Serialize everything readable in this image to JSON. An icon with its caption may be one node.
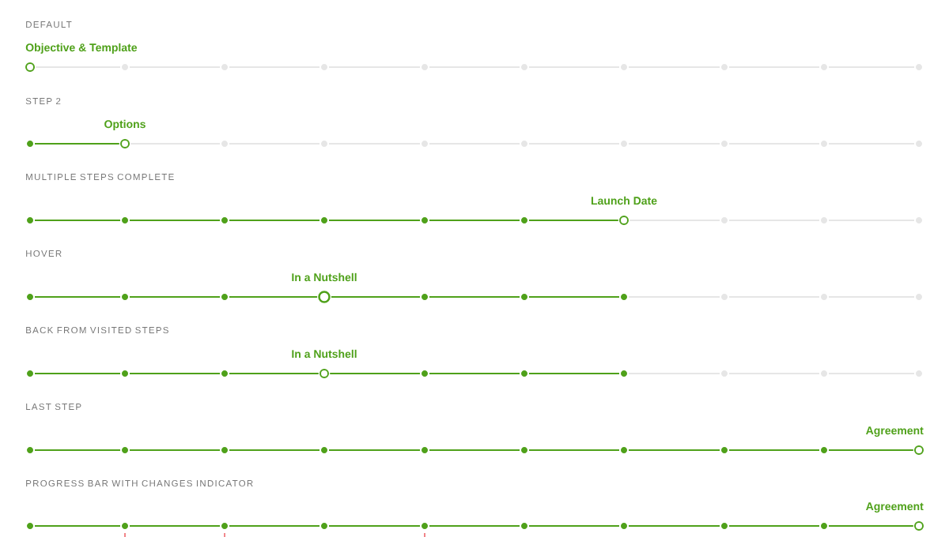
{
  "diagram": {
    "nodes": [
      {
        "text": [
          "Objective & Template"
        ]
      },
      {
        "text": [],
        "shape": "circle"
      },
      {
        "text": [],
        "shape": "circle"
      },
      {
        "text": [],
        "shape": "circle"
      },
      {
        "text": [],
        "shape": "circle"
      },
      {
        "text": [],
        "shape": "circle"
      },
      {
        "text": [],
        "shape": "circle"
      },
      {
        "text": [],
        "shape": "circle"
      },
      {
        "text": [],
        "shape": "circle"
      },
      {
        "text": [],
        "shape": "circle"
      },
      {
        "text": [],
        "shape": "circle"
      },
      {
        "text": [
          "Options"
        ]
      },
      {
        "text": [],
        "shape": "circle"
      },
      {
        "text": [],
        "shape": "circle"
      },
      {
        "text": [],
        "shape": "circle"
      },
      {
        "text": [],
        "shape": "circle"
      },
      {
        "text": [],
        "shape": "circle"
      },
      {
        "text": [],
        "shape": "circle"
      },
      {
        "text": [],
        "shape": "circle"
      },
      {
        "text": [],
        "shape": "circle"
      },
      {
        "text": [],
        "shape": "circle"
      },
      {
        "text": [],
        "shape": "circle"
      },
      {
        "text": [],
        "shape": "circle"
      },
      {
        "text": [],
        "shape": "circle"
      },
      {
        "text": [],
        "shape": "circle"
      },
      {
        "text": [],
        "shape": "circle"
      },
      {
        "text": [
          "Launch Date"
        ]
      },
      {
        "text": [],
        "shape": "circle"
      },
      {
        "text": [],
        "shape": "circle"
      },
      {
        "text": [],
        "shape": "circle"
      },
      {
        "text": [],
        "shape": "circle"
      },
      {
        "text": [],
        "shape": "circle"
      },
      {
        "text": [],
        "shape": "circle"
      },
      {
        "text": [
          "In a Nutshell"
        ]
      },
      {
        "text": [],
        "shape": "circle"
      },
      {
        "text": [],
        "shape": "circle"
      },
      {
        "text": [],
        "shape": "circle"
      },
      {
        "text": [],
        "shape": "circle"
      },
      {
        "text": [],
        "shape": "circle"
      },
      {
        "text": [],
        "shape": "circle"
      },
      {
        "text": [],
        "shape": "circle"
      },
      {
        "text": [],
        "shape": "circle"
      },
      {
        "text": [],
        "shape": "circle"
      },
      {
        "text": [
          "In a Nutshell"
        ]
      },
      {
        "text": [],
        "shape": "circle"
      },
      {
        "text": [],
        "shape": "circle"
      },
      {
        "text": [],
        "shape": "circle"
      },
      {
        "text": [],
        "shape": "circle"
      },
      {
        "text": [],
        "shape": "circle"
      },
      {
        "text": [],
        "shape": "circle"
      },
      {
        "text": [],
        "shape": "circle"
      },
      {
        "text": [],
        "shape": "circle"
      },
      {
        "text": [],
        "shape": "circle"
      },
      {
        "text": [],
        "shape": "circle"
      },
      {
        "text": [],
        "shape": "circle"
      },
      {
        "text": [],
        "shape": "circle"
      },
      {
        "text": [],
        "shape": "circle"
      },
      {
        "text": [],
        "shape": "circle"
      },
      {
        "text": [],
        "shape": "circle"
      },
      {
        "text": [
          "Agreement"
        ]
      },
      {
        "text": [],
        "shape": "circle"
      },
      {
        "text": [],
        "shape": "circle"
      },
      {
        "text": [],
        "shape": "circle"
      },
      {
        "text": [],
        "shape": "circle"
      },
      {
        "text": [],
        "shape": "circle"
      },
      {
        "text": [],
        "shape": "circle"
      },
      {
        "text": [],
        "shape": "circle"
      },
      {
        "text": [],
        "shape": "circle"
      },
      {
        "text": [],
        "shape": "circle"
      },
      {
        "text": [
          "Agreement"
        ]
      }
    ],
    "edges": [
      {
        "from": 0,
        "to": 1,
        "arrow": "none",
        "color": "#e6e6e6"
      },
      {
        "from": 1,
        "to": 2,
        "arrow": "none",
        "color": "#e6e6e6"
      },
      {
        "from": 2,
        "to": 3,
        "arrow": "none",
        "color": "#e6e6e6"
      },
      {
        "from": 3,
        "to": 4,
        "arrow": "none",
        "color": "#e6e6e6"
      },
      {
        "from": 4,
        "to": 5,
        "arrow": "none",
        "color": "#e6e6e6"
      },
      {
        "from": 5,
        "to": 6,
        "arrow": "none",
        "color": "#e6e6e6"
      },
      {
        "from": 6,
        "to": 7,
        "arrow": "none",
        "color": "#e6e6e6"
      },
      {
        "from": 7,
        "to": 8,
        "arrow": "none",
        "color": "#e6e6e6"
      },
      {
        "from": 8,
        "to": 9,
        "arrow": "none",
        "color": "#e6e6e6"
      },
      {
        "from": 10,
        "to": 11,
        "arrow": "none"
      },
      {
        "from": 11,
        "to": 12,
        "arrow": "none",
        "color": "#e6e6e6"
      },
      {
        "from": 12,
        "to": 13,
        "arrow": "none",
        "color": "#e6e6e6"
      },
      {
        "from": 13,
        "to": 14,
        "arrow": "none",
        "color": "#e6e6e6"
      },
      {
        "from": 14,
        "to": 15,
        "arrow": "none",
        "color": "#e6e6e6"
      },
      {
        "from": 15,
        "to": 16,
        "arrow": "none",
        "color": "#e6e6e6"
      },
      {
        "from": 16,
        "to": 17,
        "arrow": "none",
        "color": "#e6e6e6"
      },
      {
        "from": 17,
        "to": 18,
        "arrow": "none",
        "color": "#e6e6e6"
      },
      {
        "from": 18,
        "to": 19,
        "arrow": "none",
        "color": "#e6e6e6"
      },
      {
        "from": 20,
        "to": 21,
        "arrow": "none"
      },
      {
        "from": 21,
        "to": 22,
        "arrow": "none"
      },
      {
        "from": 22,
        "to": 23,
        "arrow": "none"
      },
      {
        "from": 23,
        "to": 24,
        "arrow": "none"
      },
      {
        "from": 24,
        "to": 25,
        "arrow": "none"
      },
      {
        "from": 25,
        "to": 26,
        "arrow": "none"
      },
      {
        "from": 26,
        "to": 27,
        "arrow": "none",
        "color": "#e6e6e6"
      },
      {
        "from": 27,
        "to": 28,
        "arrow": "none",
        "color": "#e6e6e6"
      },
      {
        "from": 28,
        "to": 29,
        "arrow": "none",
        "color": "#e6e6e6"
      },
      {
        "from": 30,
        "to": 31,
        "arrow": "none"
      },
      {
        "from": 31,
        "to": 32,
        "arrow": "none"
      },
      {
        "from": 32,
        "to": 33,
        "arrow": "none"
      },
      {
        "from": 33,
        "to": 34,
        "arrow": "none"
      },
      {
        "from": 34,
        "to": 35,
        "arrow": "none"
      },
      {
        "from": 35,
        "to": 36,
        "arrow": "none"
      },
      {
        "from": 36,
        "to": 37,
        "arrow": "none",
        "color": "#e6e6e6"
      },
      {
        "from": 37,
        "to": 38,
        "arrow": "none",
        "color": "#e6e6e6"
      },
      {
        "from": 38,
        "to": 39,
        "arrow": "none",
        "color": "#e6e6e6"
      },
      {
        "from": 40,
        "to": 41,
        "arrow": "none"
      },
      {
        "from": 41,
        "to": 42,
        "arrow": "none"
      },
      {
        "from": 42,
        "to": 43,
        "arrow": "none"
      },
      {
        "from": 43,
        "to": 44,
        "arrow": "none"
      },
      {
        "from": 44,
        "to": 45,
        "arrow": "none"
      },
      {
        "from": 45,
        "to": 46,
        "arrow": "none"
      },
      {
        "from": 46,
        "to": 47,
        "arrow": "none",
        "color": "#e6e6e6"
      },
      {
        "from": 47,
        "to": 48,
        "arrow": "none",
        "color": "#e6e6e6"
      },
      {
        "from": 48,
        "to": 49,
        "arrow": "none",
        "color": "#e6e6e6"
      },
      {
        "from": 50,
        "to": 51,
        "arrow": "none"
      },
      {
        "from": 51,
        "to": 52,
        "arrow": "none"
      },
      {
        "from": 52,
        "to": 53,
        "arrow": "none"
      },
      {
        "from": 53,
        "to": 54,
        "arrow": "none"
      },
      {
        "from": 54,
        "to": 55,
        "arrow": "none"
      },
      {
        "from": 55,
        "to": 56,
        "arrow": "none"
      },
      {
        "from": 56,
        "to": 57,
        "arrow": "none"
      },
      {
        "from": 57,
        "to": 58,
        "arrow": "none"
      },
      {
        "from": 58,
        "to": 59,
        "arrow": "none"
      },
      {
        "from": 60,
        "to": 61,
        "arrow": "none"
      },
      {
        "from": 61,
        "to": 62,
        "arrow": "none"
      },
      {
        "from": 62,
        "to": 63,
        "arrow": "none"
      },
      {
        "from": 63,
        "to": 64,
        "arrow": "none"
      },
      {
        "from": 64,
        "to": 65,
        "arrow": "none"
      },
      {
        "from": 65,
        "to": 66,
        "arrow": "none"
      },
      {
        "from": 66,
        "to": 67,
        "arrow": "none"
      },
      {
        "from": 67,
        "to": 68,
        "arrow": "none"
      },
      {
        "from": 68,
        "to": 69,
        "arrow": "none"
      }
    ],
    "labels": [
      "DEFAULT",
      "STEP 2",
      "MULTIPLE STEPS COMPLETE",
      "HOVER",
      "BACK FROM VISITED STEPS",
      "LAST STEP",
      "PROGRESS BAR WITH CHANGES INDICATOR"
    ]
  }
}
